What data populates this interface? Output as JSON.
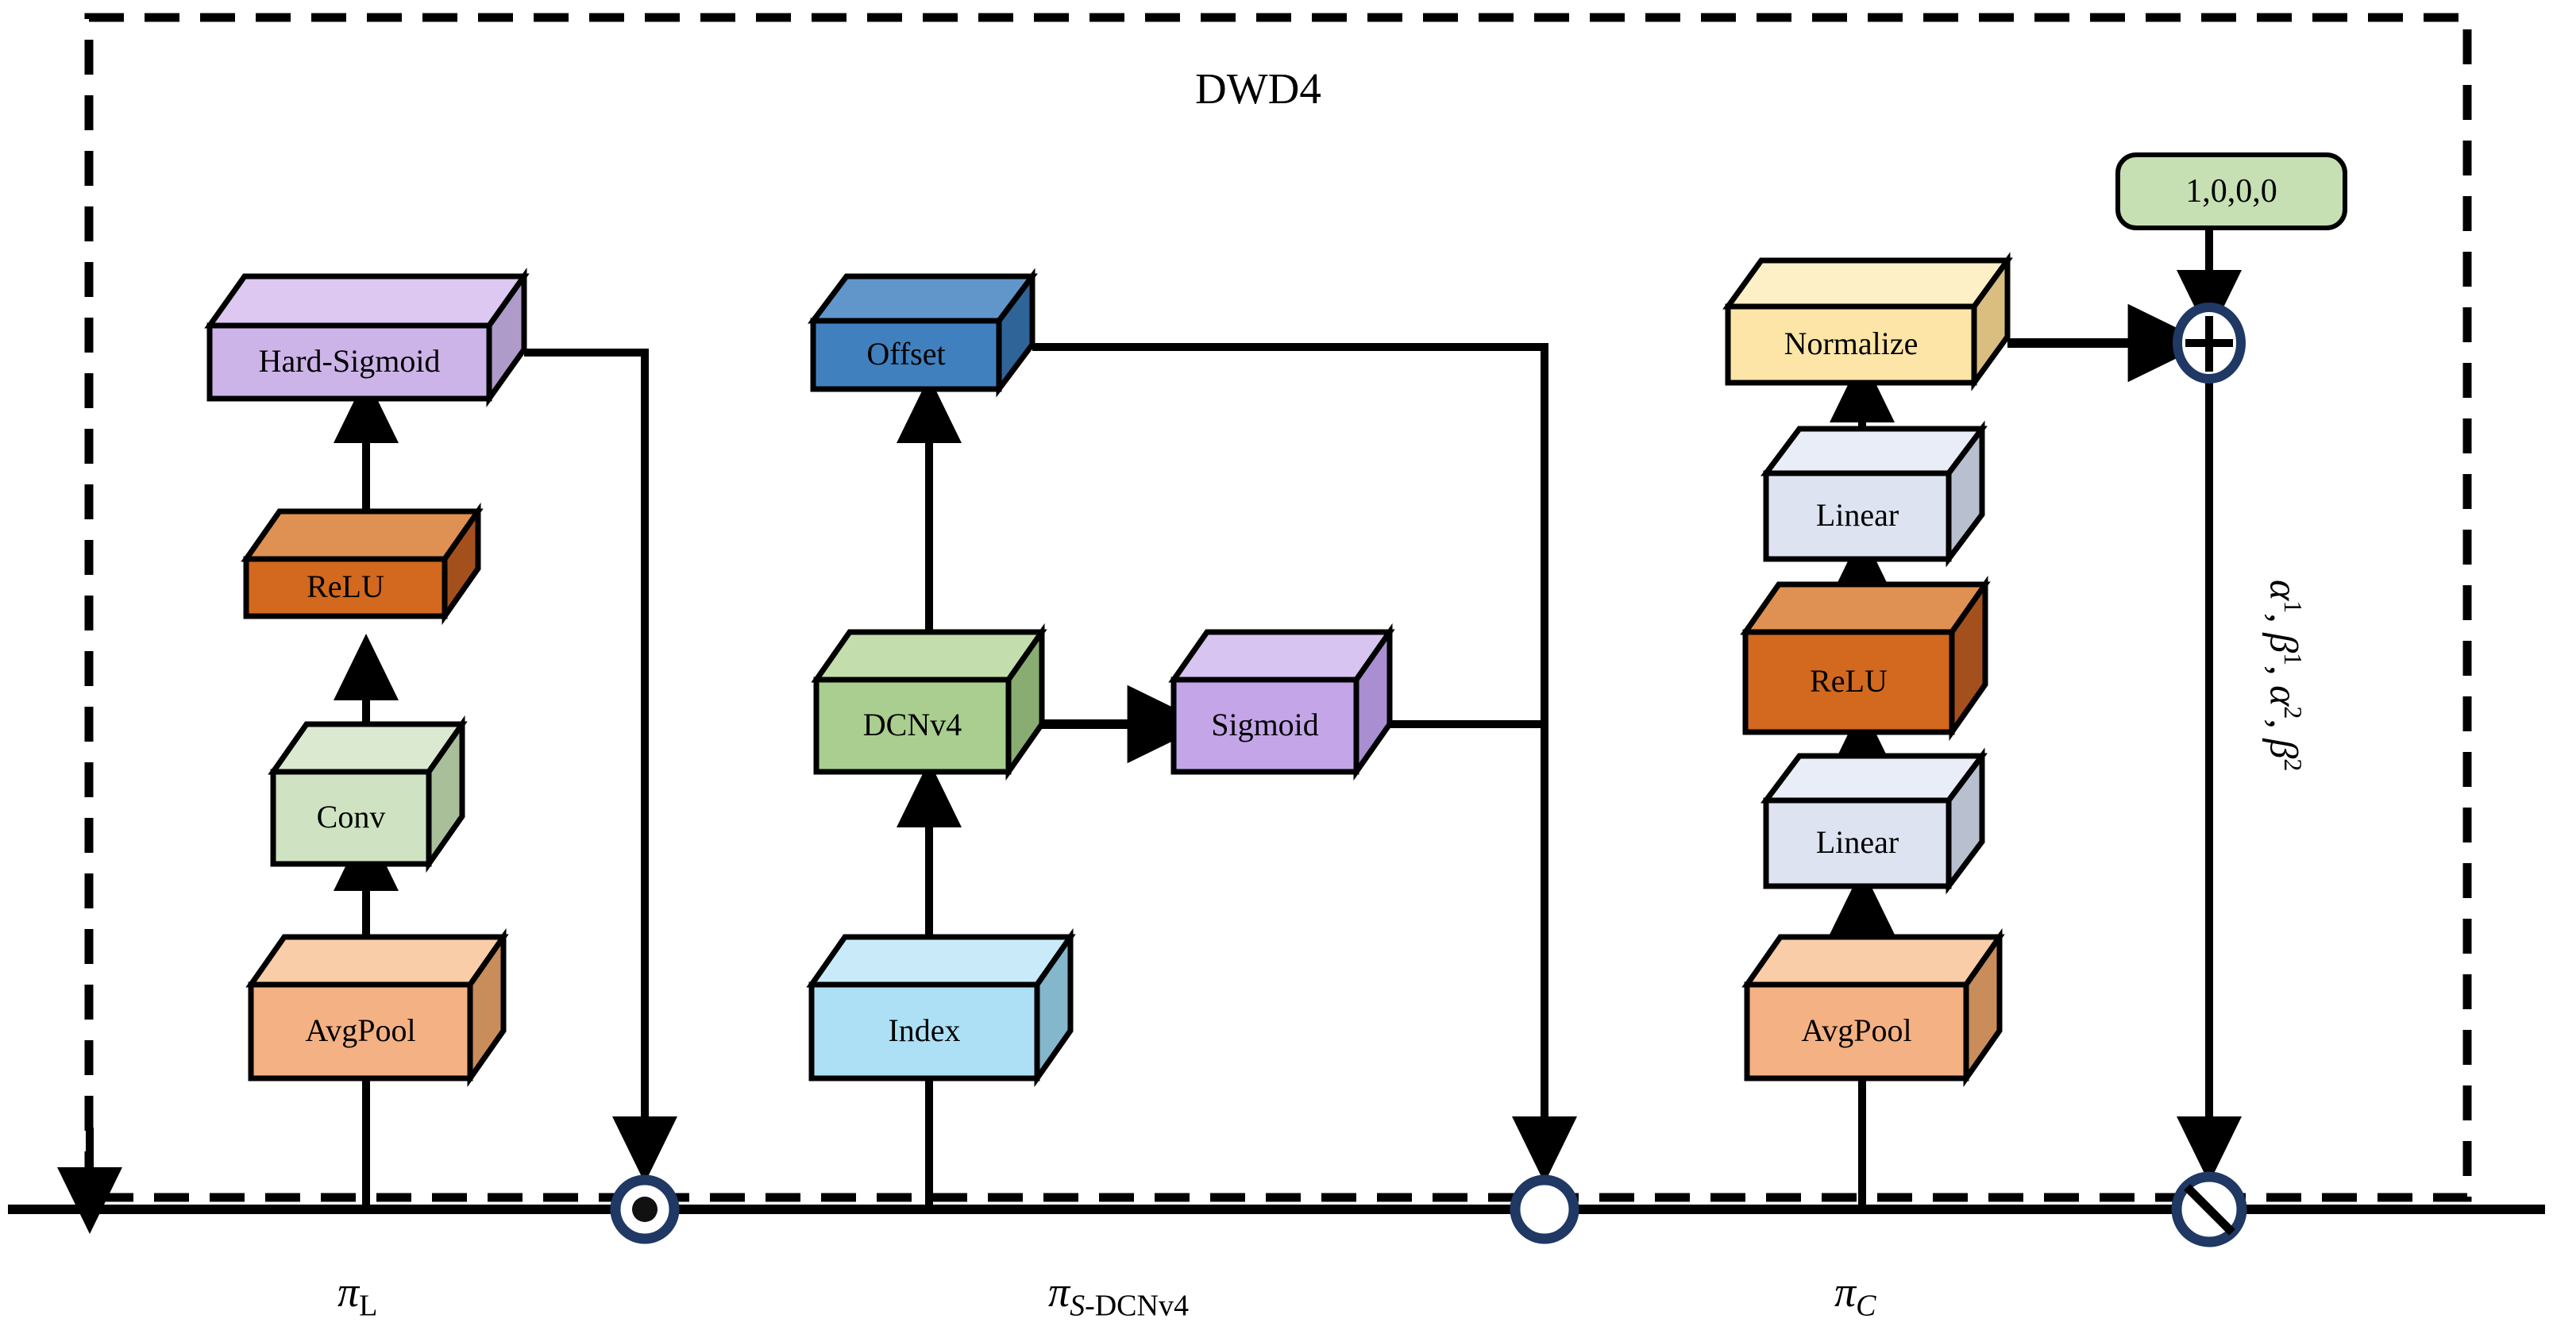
{
  "diagram": {
    "title": "DWD4",
    "outer_border": "dashed",
    "colors": {
      "stroke": "#000000",
      "node_stroke": "#1F3864",
      "hard_sigmoid": "#CDB4E8",
      "relu": "#D2691E",
      "conv": "#CFE3C2",
      "avgpool": "#F4B183",
      "offset": "#4180BE",
      "dcnv4": "#A9CE8F",
      "sigmoid": "#C3A5E8",
      "index": "#ADE0F5",
      "normalize": "#FCE5A6",
      "linear": "#DDE3F0",
      "const_box": "#C6E0B4"
    },
    "branches": [
      {
        "id": "pi-l",
        "label_base": "π",
        "label_sub": "L",
        "label_sub_style": "upright",
        "blocks": [
          {
            "name": "avgpool",
            "label": "AvgPool",
            "color": "#F4B183"
          },
          {
            "name": "conv",
            "label": "Conv",
            "color": "#CFE3C2"
          },
          {
            "name": "relu",
            "label": "ReLU",
            "color": "#D2691E"
          },
          {
            "name": "hard-sigmoid",
            "label": "Hard-Sigmoid",
            "color": "#CDB4E8"
          }
        ],
        "operator": {
          "symbol": "⊙",
          "name": "element-wise-multiply"
        }
      },
      {
        "id": "pi-s-dcnv4",
        "label_base": "π",
        "label_sub": "S-DCNv4",
        "label_sub_style": "italic-S",
        "blocks": [
          {
            "name": "index",
            "label": "Index",
            "color": "#ADE0F5"
          },
          {
            "name": "dcnv4",
            "label": "DCNv4",
            "color": "#A9CE8F"
          },
          {
            "name": "offset",
            "label": "Offset",
            "color": "#4180BE"
          },
          {
            "name": "sigmoid",
            "label": "Sigmoid",
            "color": "#C3A5E8"
          }
        ],
        "operator": {
          "symbol": "○",
          "name": "open-circle"
        }
      },
      {
        "id": "pi-c",
        "label_base": "π",
        "label_sub": "C",
        "label_sub_style": "italic",
        "blocks": [
          {
            "name": "avgpool",
            "label": "AvgPool",
            "color": "#F4B183"
          },
          {
            "name": "linear-1",
            "label": "Linear",
            "color": "#DDE3F0"
          },
          {
            "name": "relu",
            "label": "ReLU",
            "color": "#D2691E"
          },
          {
            "name": "linear-2",
            "label": "Linear",
            "color": "#DDE3F0"
          },
          {
            "name": "normalize",
            "label": "Normalize",
            "color": "#FCE5A6"
          }
        ],
        "operator": {
          "symbol": "⊘",
          "name": "circle-slash"
        }
      }
    ],
    "constant_box": {
      "label": "1,0,0,0",
      "color": "#C6E0B4"
    },
    "adder": {
      "symbol": "⊕",
      "name": "plus-circle"
    },
    "side_annotation": {
      "parts": [
        {
          "base": "α",
          "sup": "1"
        },
        {
          "base": "β",
          "sup": "1"
        },
        {
          "base": "α",
          "sup": "2"
        },
        {
          "base": "β",
          "sup": "2"
        }
      ],
      "text": "α¹, β¹, α², β²"
    }
  }
}
